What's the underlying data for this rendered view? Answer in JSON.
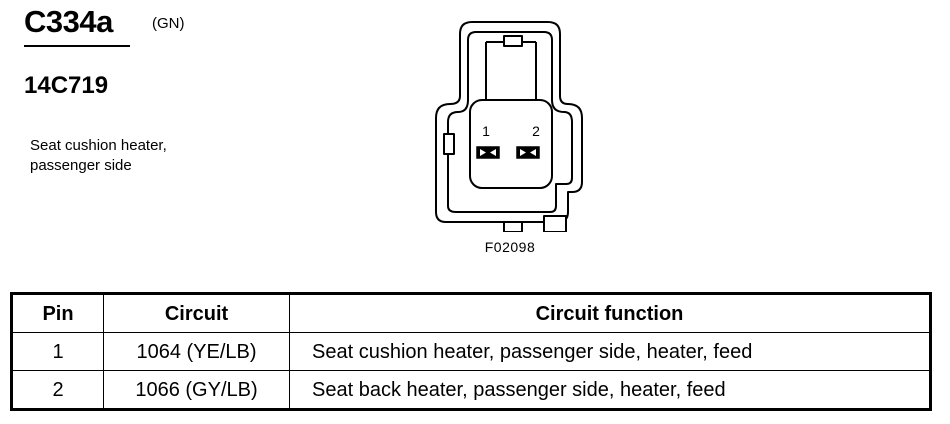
{
  "header": {
    "connector_id": "C334a",
    "color_code": "(GN)",
    "part_number": "14C719",
    "description_line1": "Seat cushion heater,",
    "description_line2": "passenger side"
  },
  "diagram": {
    "pin_labels": [
      "1",
      "2"
    ],
    "figure_id": "F02098"
  },
  "table": {
    "headers": {
      "pin": "Pin",
      "circuit": "Circuit",
      "function": "Circuit function"
    },
    "rows": [
      {
        "pin": "1",
        "circuit": "1064 (YE/LB)",
        "function": "Seat cushion heater, passenger side, heater, feed"
      },
      {
        "pin": "2",
        "circuit": "1066 (GY/LB)",
        "function": "Seat back heater, passenger side, heater, feed"
      }
    ]
  }
}
